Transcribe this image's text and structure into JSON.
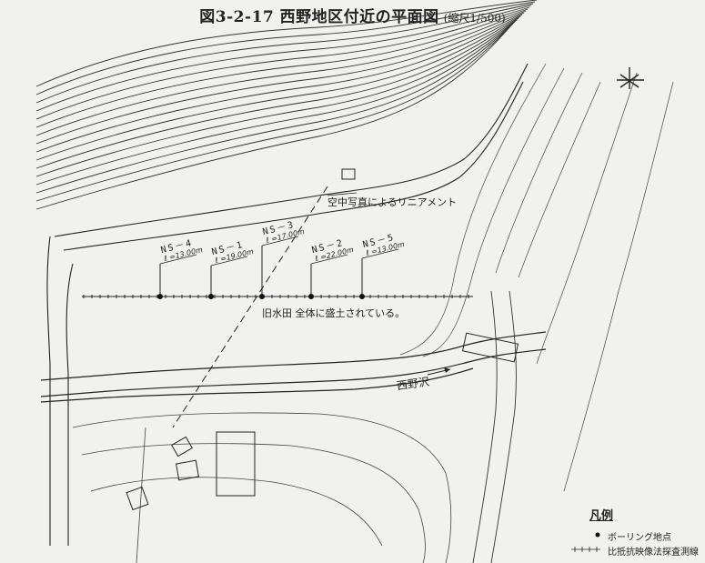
{
  "title": {
    "main": "図3-2-17  西野地区付近の平面図",
    "scale": "(縮尺1/500)"
  },
  "north_symbol": "ﾒ",
  "labels": {
    "lineament": "空中写真によるリニアメント",
    "paddy": "旧水田   全体に盛土されている。",
    "river": "西野沢"
  },
  "boreholes": [
    {
      "name": "NS－4",
      "depth": "ℓ =13.00m"
    },
    {
      "name": "NS－1",
      "depth": "ℓ =19.00m"
    },
    {
      "name": "NS－3",
      "depth": "ℓ =17.00m"
    },
    {
      "name": "NS－2",
      "depth": "ℓ =22.00m"
    },
    {
      "name": "NS－5",
      "depth": "ℓ =13.00m"
    }
  ],
  "legend": {
    "title": "凡例",
    "items": [
      {
        "symbol": "dot",
        "label": "ボーリング地点"
      },
      {
        "symbol": "tick-line",
        "label": "比抵抗映像法探査測線"
      }
    ]
  }
}
